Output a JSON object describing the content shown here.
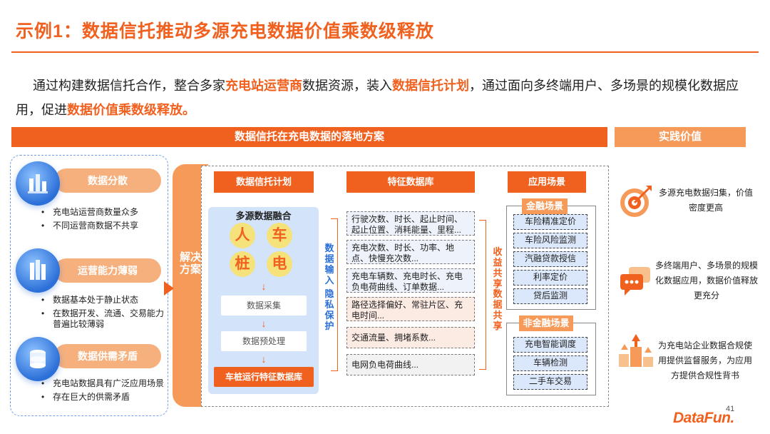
{
  "title": "示例1：数据信托推动多源充电数据价值乘数级释放",
  "intro": {
    "p1": "通过构建数据信托合作，整合多家",
    "hl1": "充电站运营商",
    "p2": "数据资源，装入",
    "hl2": "数据信托计划",
    "p3": "，通过面向多终端用户、多场景的规模化数据应用，促进",
    "hl3": "数据价值乘数级释放。"
  },
  "band_main": "数据信托在充电数据的落地方案",
  "band_value": "实践价值",
  "issues": [
    {
      "label": "数据分散",
      "bullets": [
        "充电站运营商数量众多",
        "不同运营商数据不共享"
      ]
    },
    {
      "label": "运营能力薄弱",
      "bullets": [
        "数据基本处于静止状态",
        "在数据开发、流通、交易能力普遍比较薄弱"
      ]
    },
    {
      "label": "数据供需矛盾",
      "bullets": [
        "充电站数据具有广泛应用场景",
        "存在巨大的供需矛盾"
      ]
    }
  ],
  "solution_label": "解决方案",
  "columns": {
    "trust_plan": "数据信托计划",
    "feature_db": "特征数据库",
    "app_scene": "应用场景"
  },
  "trust": {
    "fusion_title": "多源数据融合",
    "circles": [
      "人",
      "车",
      "桩",
      "电"
    ],
    "steps": [
      "数据采集",
      "数据预处理"
    ],
    "final": "车桩运行特征数据库"
  },
  "side_labels": {
    "input": "数据输入",
    "privacy": "隐私保护",
    "revenue": "收益共享",
    "share": "数据共享"
  },
  "features": [
    "行驶次数、时长、起止时间、起止位置、消耗能量、里程...",
    "充电次数、时长、功率、地点、快慢充次数...",
    "充电车辆数、充电时长、充电负电荷曲线、订单数据...",
    "路径选择偏好、常驻片区、充电时间...",
    "交通流量、拥堵系数...",
    "电网负电荷曲线..."
  ],
  "scenes": {
    "finance_tag": "金融场景",
    "finance_items": [
      "车险精准定价",
      "车险风险监测",
      "汽融贷款授信",
      "利率定价",
      "贷后监测"
    ],
    "nonfinance_tag": "非金融场景",
    "nonfinance_items": [
      "充电智能调度",
      "车辆检测",
      "二手车交易"
    ]
  },
  "values": [
    {
      "icon": "target-icon",
      "text": "多源充电数据归集，价值密度更高"
    },
    {
      "icon": "chat-bubble-icon",
      "text": "多终端用户、多场景的规模化数据应用，数据价值释放更充分"
    },
    {
      "icon": "podium-icon",
      "text": "为充电站企业数据合规使用提供监督服务，为应用方提供合规性背书"
    }
  ],
  "page_number": "41",
  "logo": "DataFun.",
  "colors": {
    "accent": "#f0601e",
    "light_accent": "#f59a59",
    "blue": "#2b6fd8"
  }
}
